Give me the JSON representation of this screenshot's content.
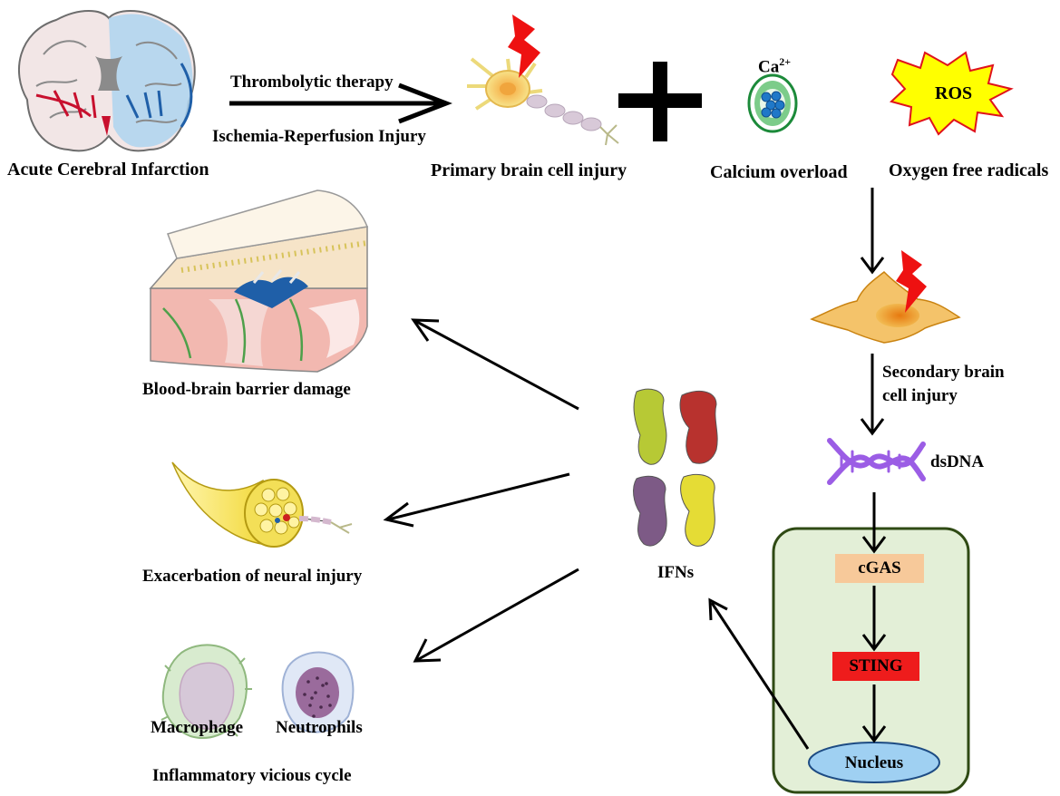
{
  "labels": {
    "acute_cerebral_infarction": "Acute Cerebral Infarction",
    "thrombolytic_therapy": "Thrombolytic therapy",
    "ischemia_reperfusion_injury": "Ischemia-Reperfusion Injury",
    "primary_brain_cell_injury": "Primary brain cell injury",
    "ca_base": "Ca",
    "ca_charge": "2+",
    "calcium_overload": "Calcium overload",
    "ros": "ROS",
    "oxygen_free_radicals": "Oxygen free radicals",
    "secondary_line1": "Secondary brain",
    "secondary_line2": "cell injury",
    "dsdna": "dsDNA",
    "cgas": "cGAS",
    "sting": "STING",
    "nucleus": "Nucleus",
    "ifns": "IFNs",
    "bbb_damage": "Blood-brain barrier damage",
    "neural_injury": "Exacerbation of neural injury",
    "macrophage": "Macrophage",
    "neutrophils": "Neutrophils",
    "inflammatory_cycle": "Inflammatory vicious cycle"
  },
  "colors": {
    "cell_box_fill": "#e3efd7",
    "cell_box_border": "#2f4a14",
    "cgas_fill": "#f7c99a",
    "sting_fill": "#ee1c1c",
    "nucleus_fill": "#9fd0f2",
    "lightning": "#ee1111",
    "dna": "#9b5de5",
    "ros_fill": "#ffff00",
    "ros_border": "#e0121b",
    "ifn_green": "#b7c935",
    "ifn_red": "#b8322e",
    "ifn_purple": "#7d5a86",
    "ifn_yellow": "#e5dc35"
  },
  "icons": [
    "brain-coronal-icon",
    "neuron-icon",
    "lightning-icon",
    "plus-icon",
    "calcium-cell-icon",
    "ros-burst-icon",
    "glial-cell-icon",
    "dna-helix-icon",
    "ifn-proteins-icon",
    "brain-tissue-section-icon",
    "nerve-bundle-icon",
    "macrophage-icon",
    "neutrophil-icon"
  ]
}
